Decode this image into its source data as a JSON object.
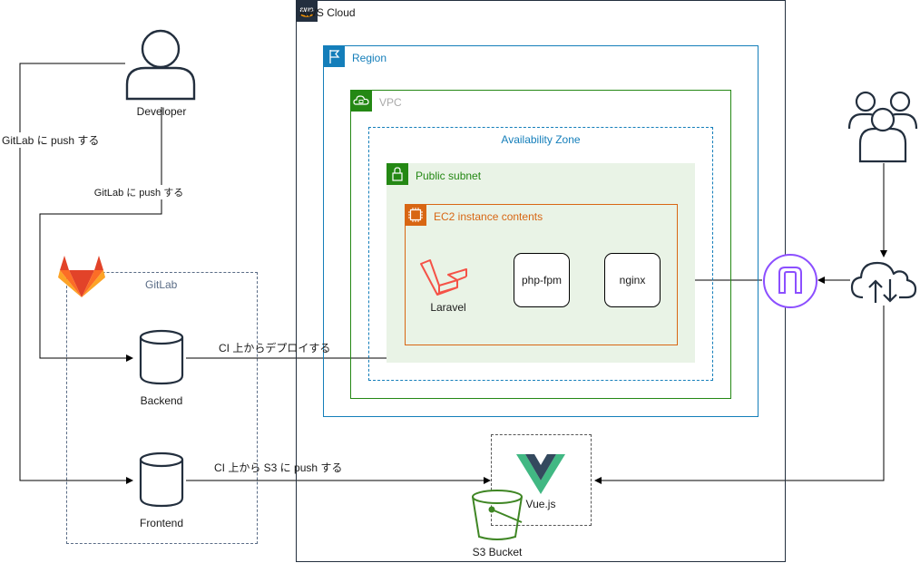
{
  "groups": {
    "aws_cloud": "AWS Cloud",
    "region": "Region",
    "vpc": "VPC",
    "availability_zone": "Availability Zone",
    "public_subnet": "Public subnet",
    "ec2": "EC2 instance contents",
    "gitlab": "GitLab"
  },
  "nodes": {
    "developer": "Developer",
    "laravel": "Laravel",
    "php_fpm": "php-fpm",
    "nginx": "nginx",
    "backend": "Backend",
    "frontend": "Frontend",
    "vuejs": "Vue.js",
    "s3_bucket": "S3 Bucket"
  },
  "edges": {
    "push_left": "GitLab に push する",
    "push_mid": "GitLab に push する",
    "deploy": "CI 上からデプロイする",
    "s3_push": "CI 上から S3 に push する"
  },
  "icons": [
    "user-icon",
    "users-icon",
    "internet-gateway-icon",
    "cloud-upload-download-icon",
    "gitlab-icon",
    "laravel-icon",
    "vuejs-icon",
    "s3-bucket-icon",
    "database-icon",
    "aws-logo-icon",
    "region-flag-icon",
    "vpc-cloud-icon",
    "subnet-lock-icon",
    "ec2-chip-icon"
  ],
  "colors": {
    "region": "#147EBA",
    "vpc": "#248814",
    "subnet_fill": "#E9F3E6",
    "ec2": "#D86613",
    "igw": "#8C4FFF",
    "s3": "#3F8624",
    "vue_green": "#41B883",
    "vue_dark": "#34495E",
    "laravel": "#F55247",
    "gitlab": "#E24329",
    "gitlab_box": "#5A6C86"
  }
}
